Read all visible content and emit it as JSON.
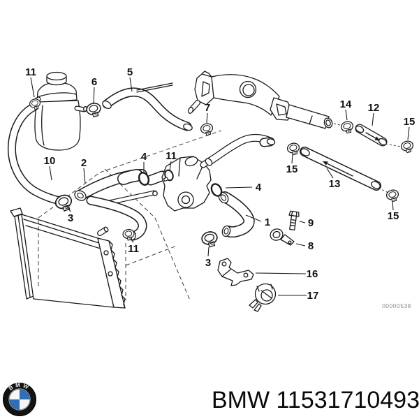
{
  "diagram": {
    "callouts": [
      {
        "text": "11"
      },
      {
        "text": "6"
      },
      {
        "text": "5"
      },
      {
        "text": "7"
      },
      {
        "text": "14"
      },
      {
        "text": "12"
      },
      {
        "text": "15"
      },
      {
        "text": "10"
      },
      {
        "text": "2"
      },
      {
        "text": "4"
      },
      {
        "text": "11"
      },
      {
        "text": "15"
      },
      {
        "text": "4"
      },
      {
        "text": "13"
      },
      {
        "text": "1"
      },
      {
        "text": "9"
      },
      {
        "text": "8"
      },
      {
        "text": "16"
      },
      {
        "text": "17"
      },
      {
        "text": "15"
      },
      {
        "text": "3"
      },
      {
        "text": "3"
      },
      {
        "text": "11"
      }
    ],
    "watermark": "00000538"
  },
  "footer": {
    "text": "BMW 11531710493",
    "logo_text": "BMW"
  },
  "colors": {
    "line": "#1a1a1a",
    "logo_blue": "#2e6fb7",
    "logo_black": "#131313",
    "watermark_gray": "#8d8d8d"
  }
}
